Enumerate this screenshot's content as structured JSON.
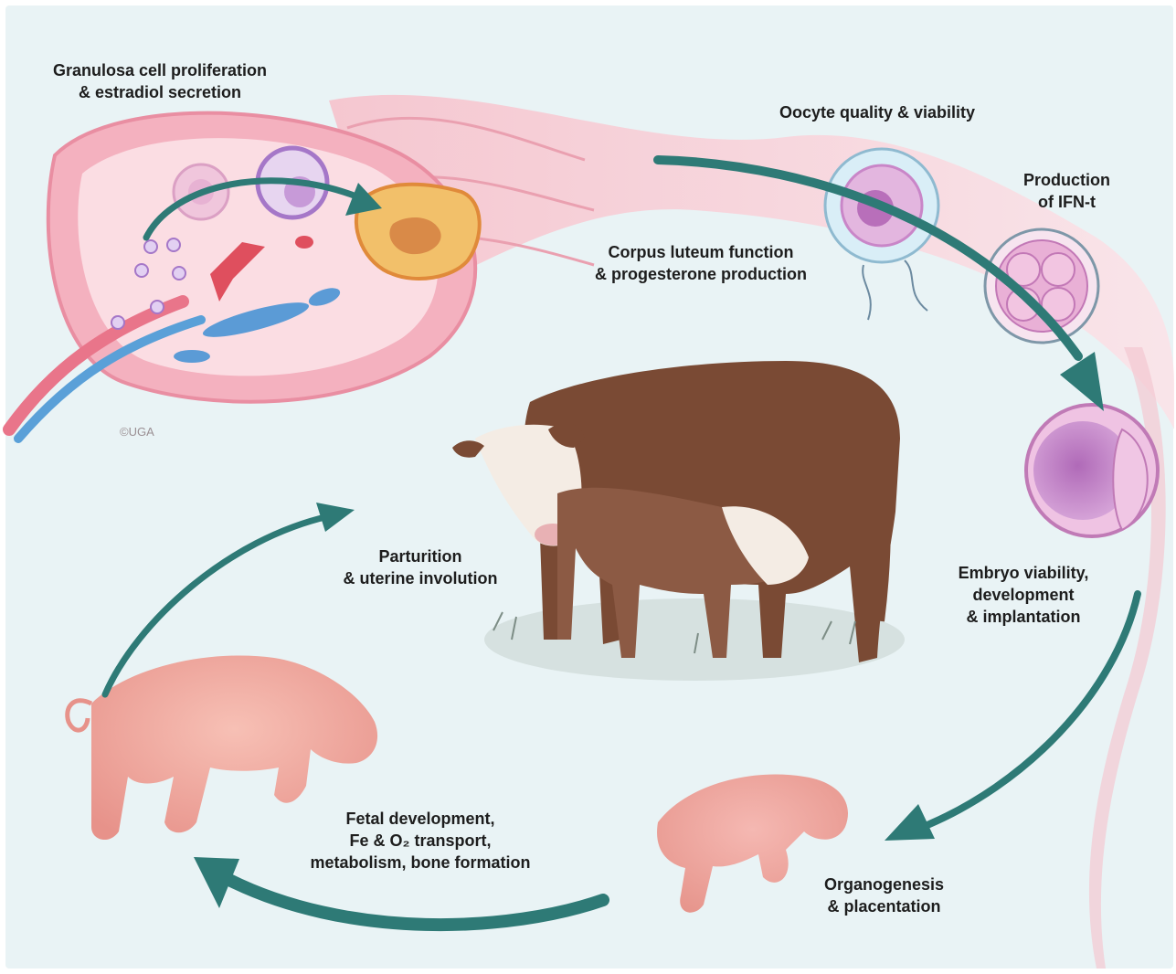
{
  "labels": {
    "granulosa": "Granulosa cell proliferation\n& estradiol secretion",
    "oocyte": "Oocyte quality & viability",
    "ifn": "Production\nof IFN-t",
    "corpus_luteum": "Corpus luteum function\n& progesterone production",
    "embryo": "Embryo viability,\ndevelopment\n& implantation",
    "parturition": "Parturition\n& uterine involution",
    "fetal": "Fetal development,\nFe & O₂ transport,\nmetabolism, bone formation",
    "organogenesis": "Organogenesis\n& placentation"
  },
  "credit": "©UGA",
  "colors": {
    "background": "#e9f3f5",
    "arrow": "#2e7a76",
    "ovary": "#f3b6c2",
    "corpus_luteum": "#f2c06a",
    "cow_body": "#7a4a34",
    "cow_face": "#f4ece4",
    "fetus": "#f2a79b",
    "embryo_purple": "#c78ccb"
  }
}
